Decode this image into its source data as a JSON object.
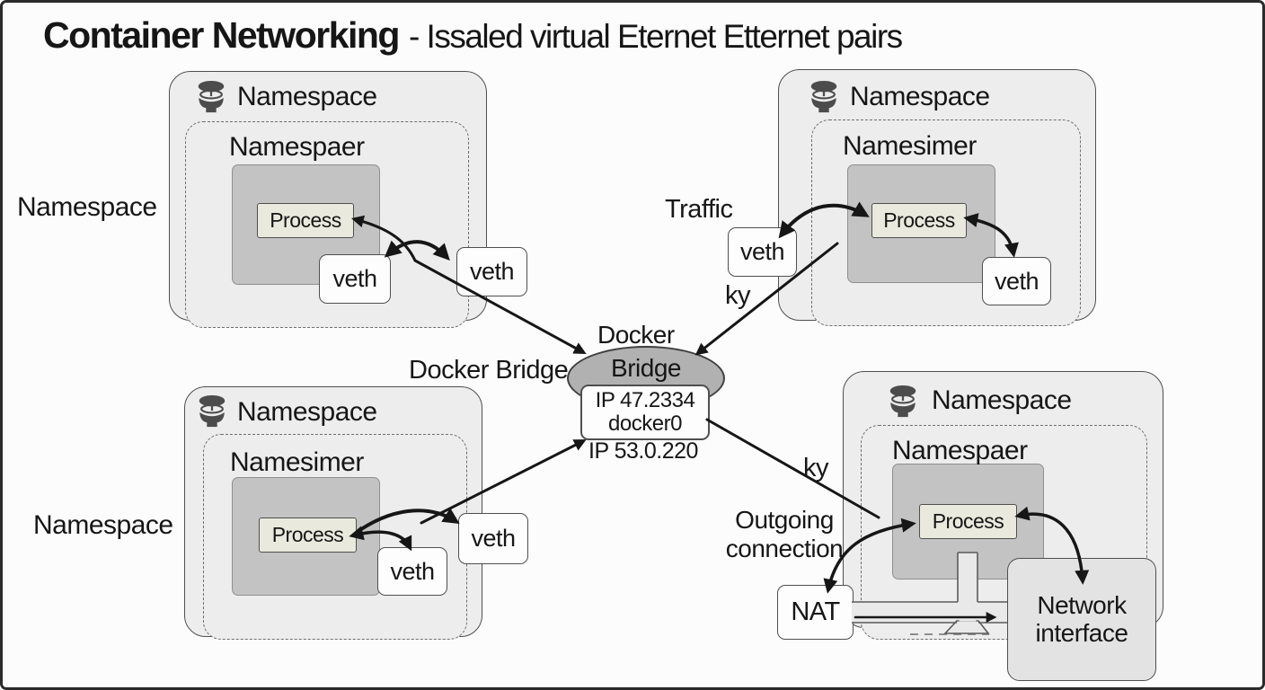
{
  "title": {
    "main": "Container Networking",
    "sub": "- Issaled virtual Eternet Etternet pairs"
  },
  "center": {
    "docker_label": "Docker",
    "bridge_label": "Bridge",
    "ip_line1": "IP 47.2334",
    "ip_line2": "docker0",
    "ip_line3": "IP 53.0.220",
    "side_label": "Docker Bridge"
  },
  "groups": {
    "top_left": {
      "outside_label": "Namespace",
      "ns_title": "Namespace",
      "inner_title": "Namespaer",
      "process": "Process",
      "veth_a": "veth",
      "veth_b": "veth"
    },
    "top_right": {
      "ns_title": "Namespace",
      "inner_title": "Namesimer",
      "process": "Process",
      "veth_left": "veth",
      "veth_right": "veth",
      "traffic_label": "Traffic",
      "ky_label": "ky"
    },
    "bottom_left": {
      "outside_label": "Namespace",
      "ns_title": "Namespace",
      "inner_title": "Namesimer",
      "process": "Process",
      "veth_bottom": "veth",
      "veth_right": "veth"
    },
    "bottom_right": {
      "ns_title": "Namespace",
      "inner_title": "Namespaer",
      "process": "Process",
      "nat": "NAT",
      "nic_line1": "Network",
      "nic_line2": "interface",
      "outgoing_line1": "Outgoing",
      "outgoing_line2": "connection",
      "ky_label": "ky"
    }
  },
  "icons": {
    "namespace_icon": "stacked-disks"
  },
  "colors": {
    "ink": "#161616",
    "page-border": "#2b2b2b",
    "box-fill": "#ededed",
    "box-border": "#4f4f4f",
    "dash-border": "#6e6e6e",
    "dark-fill": "#c3c3c3",
    "dark-border": "#8f8f8f",
    "process-fill": "#e9e9dd",
    "white-fill": "#fdfdfd",
    "ellipse-fill": "#b1b1b1",
    "ellipse-border": "#3f3f3f",
    "nic-fill": "#e3e3e3",
    "pipe-fill": "#e9e9e9",
    "pipe-border": "#5a5a5a"
  }
}
